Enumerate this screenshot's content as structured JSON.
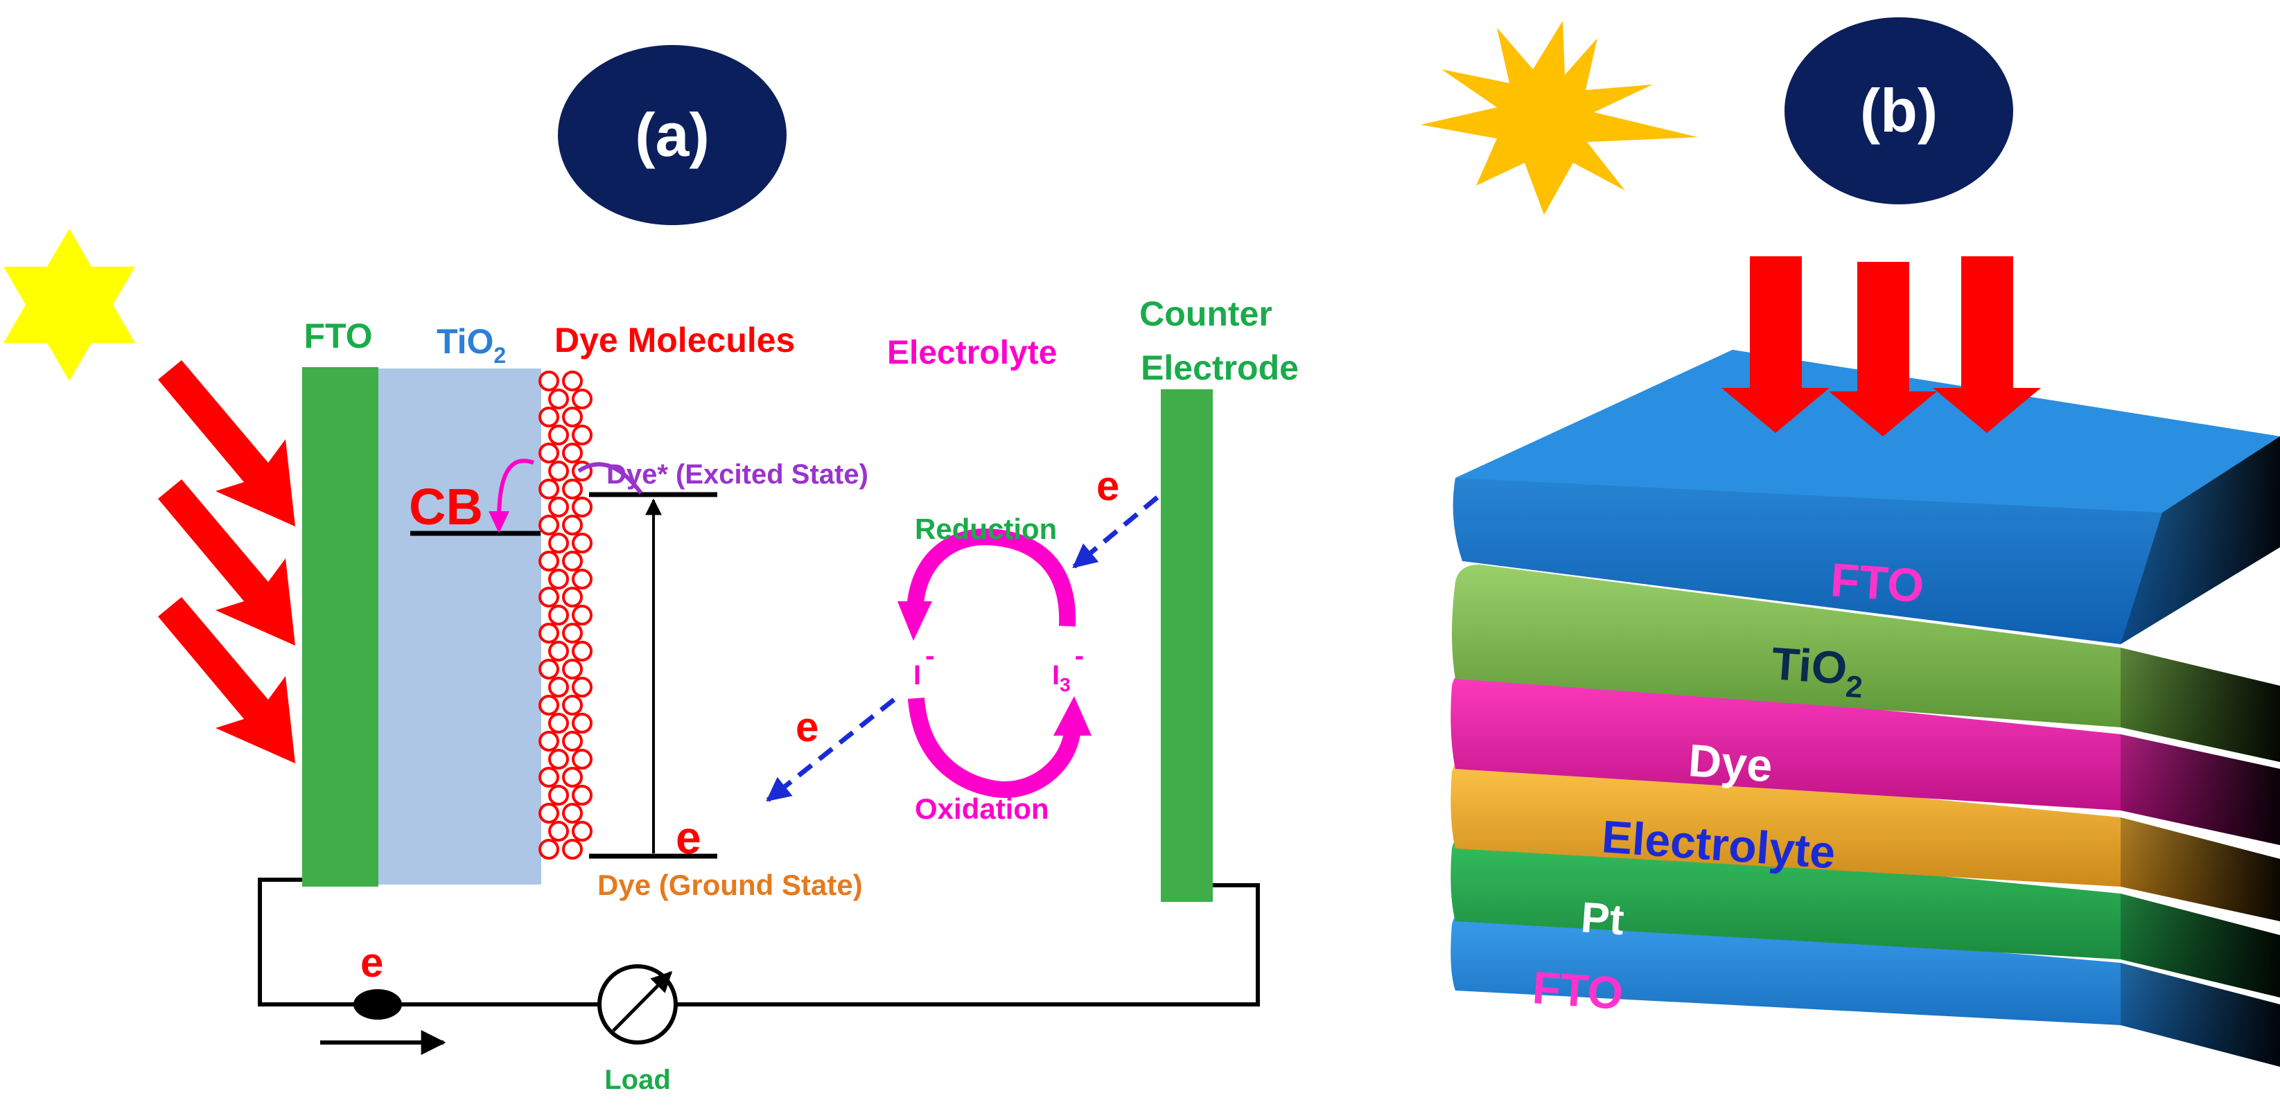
{
  "panel_a": {
    "badge": "(a)",
    "labels": {
      "fto": "FTO",
      "tio2": "TiO",
      "tio2_sub": "2",
      "dye_molecules": "Dye Molecules",
      "electrolyte": "Electrolyte",
      "counter_line1": "Counter",
      "counter_line2": "Electrode",
      "cb": "CB",
      "dye_excited": "Dye* (Excited State)",
      "dye_ground": "Dye (Ground State)",
      "reduction": "Reduction",
      "oxidation": "Oxidation",
      "iodide": "I",
      "iodide_charge": "-",
      "triiodide": "I",
      "triiodide_sub": "3",
      "triiodide_charge": "-",
      "electron": "e",
      "load": "Load"
    }
  },
  "panel_b": {
    "badge": "(b)",
    "layers": [
      "FTO",
      "TiO",
      "Dye",
      "Electrolyte",
      "Pt",
      "FTO"
    ],
    "tio2_sub": "2"
  },
  "colors": {
    "badge": "#0b1f5c",
    "fto_bar": "#3fae49",
    "tio2_region": "#adc6e6",
    "red": "#ff0000",
    "magenta": "#ff00cc",
    "blue": "#1a2bd6",
    "green_text": "#1aab4a",
    "purple": "#9933cc",
    "orange": "#e57a1e",
    "tio2_text": "#2c7fd6",
    "sun": "#ffff00",
    "sun_b": "#ffc000",
    "layer_fto": "#1a7fd6",
    "layer_tio2": "#7ab84a",
    "layer_dye": "#e6169e",
    "layer_electrolyte": "#f0a81e",
    "layer_pt": "#1ea24a"
  }
}
